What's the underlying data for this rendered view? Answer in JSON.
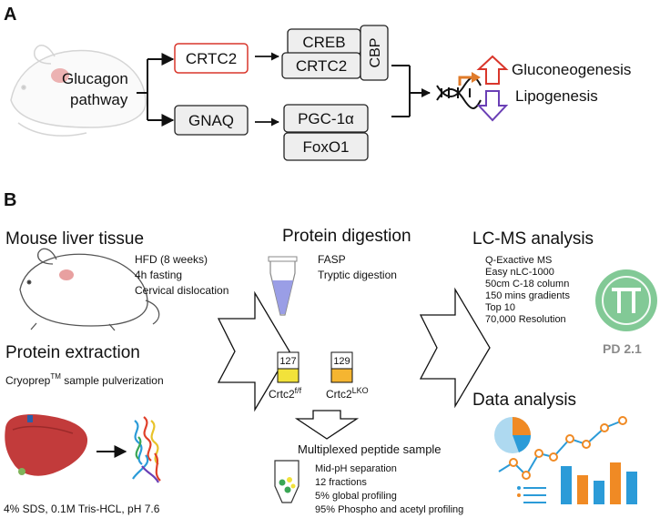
{
  "panel_a": {
    "letter": "A",
    "pathway_line1": "Glucagon",
    "pathway_line2": "pathway",
    "crtc2": "CRTC2",
    "gnaq": "GNAQ",
    "creb": "CREB",
    "crtc2_complex": "CRTC2",
    "cbp": "CBP",
    "pgc1a": "PGC-1α",
    "foxo1": "FoxO1",
    "gluconeogenesis": "Gluconeogenesis",
    "lipogenesis": "Lipogenesis",
    "colors": {
      "up_arrow": "#d9362b",
      "down_arrow": "#6a3fb5",
      "crtc2_border": "#d9362b",
      "signal_arrow": "#e07b2a"
    }
  },
  "panel_b": {
    "letter": "B",
    "liver_title": "Mouse liver tissue",
    "liver_details": [
      "HFD (8 weeks)",
      "4h fasting",
      "Cervical dislocation"
    ],
    "extraction_title": "Protein extraction",
    "cryoprep_text": "Cryoprep",
    "cryoprep_sup": "TM",
    "cryoprep_suffix": " sample pulverization",
    "buffer_text": "4% SDS, 0.1M Tris-HCL, pH 7.6",
    "digestion_title": "Protein digestion",
    "digestion_details": [
      "FASP",
      "Tryptic digestion"
    ],
    "tag1": "127",
    "tag2": "129",
    "sample1_base": "Crtc2",
    "sample1_sup": "f/f",
    "sample2_base": "Crtc2",
    "sample2_sup": "LKO",
    "multiplex_title": "Multiplexed peptide sample",
    "multiplex_details": [
      "Mid-pH separation",
      "12 fractions",
      "5% global profiling",
      "95% Phospho and acetyl profiling"
    ],
    "lcms_title": "LC-MS analysis",
    "lcms_details": [
      "Q-Exactive MS",
      "Easy nLC-1000",
      "50cm C-18 column",
      "150 mins gradients",
      "Top 10",
      "70,000 Resolution"
    ],
    "pd_label": "PD 2.1",
    "data_title": "Data analysis",
    "colors": {
      "tube_liquid": "#9a9ee6",
      "tag_yellow": "#f2e23a",
      "tag_orange": "#f5b531",
      "chart_blue": "#2b9bd8",
      "chart_orange": "#f08a24",
      "pd_green": "#6cbf84",
      "liver": "#c23b3b"
    }
  }
}
